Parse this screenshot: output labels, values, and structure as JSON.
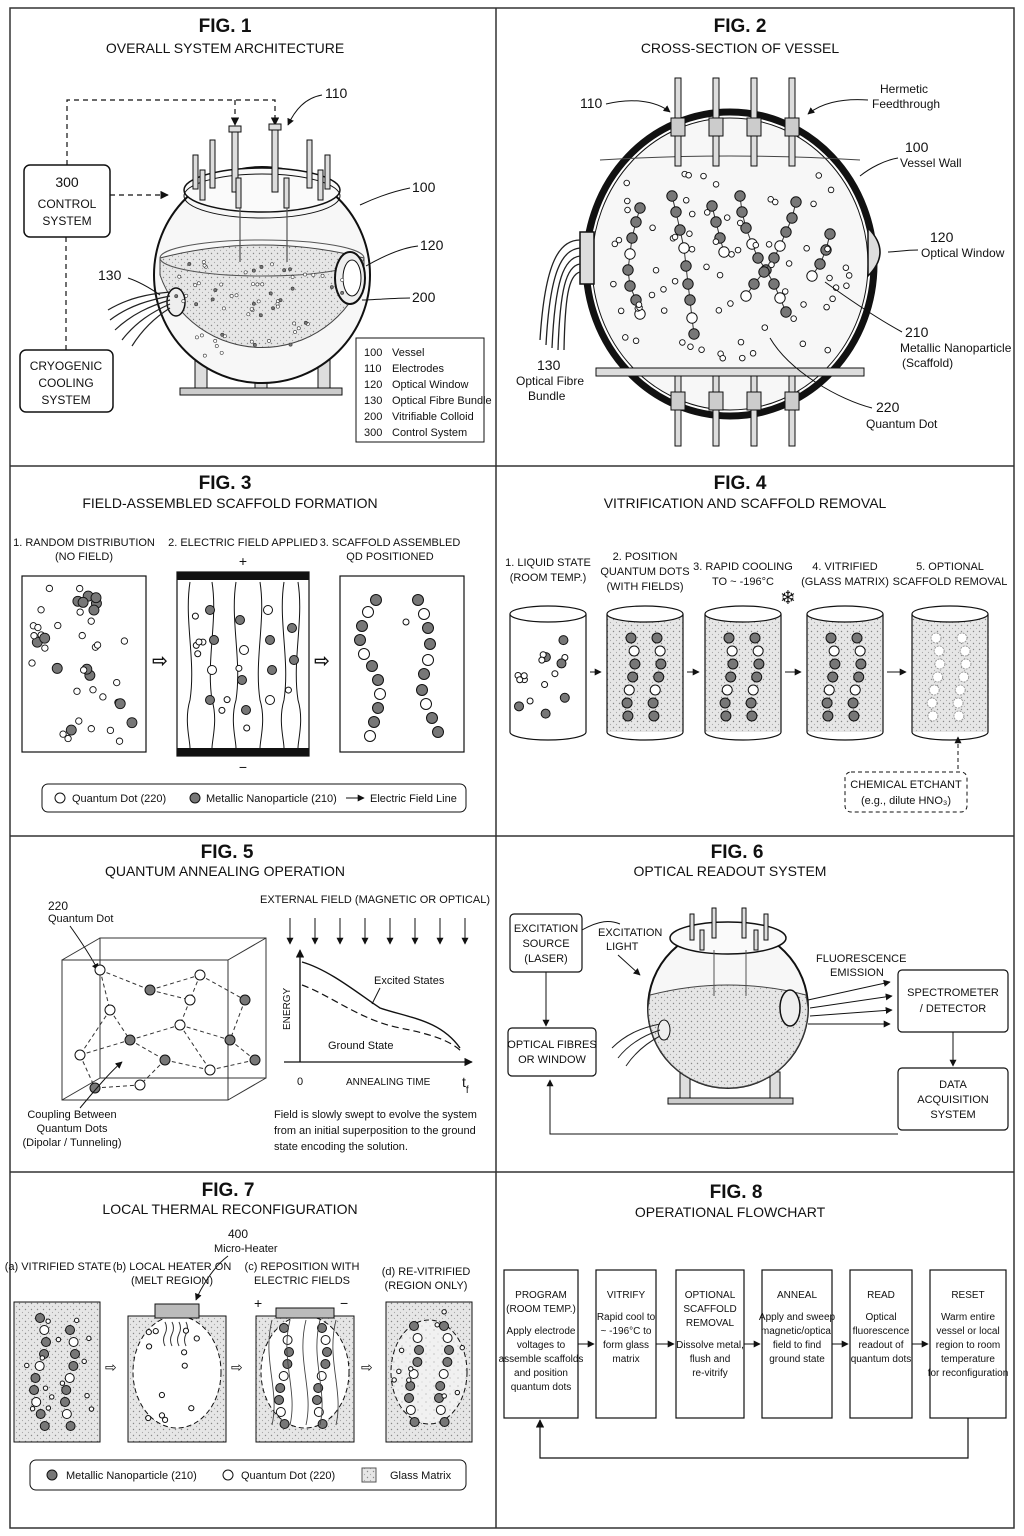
{
  "fig1": {
    "title": "FIG. 1",
    "subtitle": "OVERALL SYSTEM ARCHITECTURE",
    "ref110": "110",
    "ref100": "100",
    "ref120": "120",
    "ref130": "130",
    "ref200": "200",
    "control_box": [
      "300",
      "CONTROL",
      "SYSTEM"
    ],
    "cooling_box": [
      "CRYOGENIC",
      "COOLING",
      "SYSTEM"
    ],
    "legend": [
      {
        "num": "100",
        "text": "Vessel"
      },
      {
        "num": "110",
        "text": "Electrodes"
      },
      {
        "num": "120",
        "text": "Optical Window"
      },
      {
        "num": "130",
        "text": "Optical Fibre Bundle"
      },
      {
        "num": "200",
        "text": "Vitrifiable Colloid"
      },
      {
        "num": "300",
        "text": "Control System"
      }
    ]
  },
  "fig2": {
    "title": "FIG. 2",
    "subtitle": "CROSS-SECTION OF VESSEL",
    "ref110": "110",
    "feedthrough": [
      "Hermetic",
      "Feedthrough"
    ],
    "vessel": [
      "100",
      "Vessel Wall"
    ],
    "window": [
      "120",
      "Optical Window"
    ],
    "nano": [
      "210",
      "Metallic Nanoparticle",
      "(Scaffold)"
    ],
    "qd": [
      "220",
      "Quantum Dot"
    ],
    "fibre": [
      "130",
      "Optical Fibre",
      "Bundle"
    ]
  },
  "fig3": {
    "title": "FIG. 3",
    "subtitle": "FIELD-ASSEMBLED SCAFFOLD FORMATION",
    "step1": [
      "1. RANDOM DISTRIBUTION",
      "(NO FIELD)"
    ],
    "step2": [
      "2. ELECTRIC FIELD APPLIED"
    ],
    "step3": [
      "3. SCAFFOLD ASSEMBLED",
      "QD POSITIONED"
    ],
    "plus": "+",
    "minus": "−",
    "legend_qd": "Quantum Dot (220)",
    "legend_nano": "Metallic Nanoparticle (210)",
    "legend_field": "Electric Field Line"
  },
  "fig4": {
    "title": "FIG. 4",
    "subtitle": "VITRIFICATION AND SCAFFOLD REMOVAL",
    "steps": [
      [
        "1. LIQUID STATE",
        "(ROOM TEMP.)"
      ],
      [
        "2. POSITION",
        "QUANTUM DOTS",
        "(WITH FIELDS)"
      ],
      [
        "3. RAPID COOLING",
        "TO ~ -196°C"
      ],
      [
        "4. VITRIFIED",
        "(GLASS MATRIX)"
      ],
      [
        "5. OPTIONAL",
        "SCAFFOLD REMOVAL"
      ]
    ],
    "etchant": "CHEMICAL ETCHANT",
    "etchant_detail": "(e.g., dilute HNO₃)"
  },
  "fig5": {
    "title": "FIG. 5",
    "subtitle": "QUANTUM ANNEALING OPERATION",
    "qd_label": [
      "220",
      "Quantum Dot"
    ],
    "coupling": [
      "Coupling Between",
      "Quantum Dots",
      "(Dipolar / Tunneling)"
    ],
    "external_field": "EXTERNAL FIELD (MAGNETIC OR OPTICAL)",
    "excited": "Excited States",
    "ground": "Ground State",
    "energy": "ENERGY",
    "x0": "0",
    "xlabel": "ANNEALING TIME",
    "tf": "t",
    "tf_sub": "f",
    "caption": [
      "Field is slowly swept to evolve the system",
      "from an initial superposition to the ground",
      "state encoding the solution."
    ]
  },
  "fig6": {
    "title": "FIG. 6",
    "subtitle": "OPTICAL READOUT SYSTEM",
    "source": [
      "EXCITATION",
      "SOURCE",
      "(LASER)"
    ],
    "light": [
      "EXCITATION",
      "LIGHT"
    ],
    "fibres": [
      "OPTICAL FIBRES",
      "OR WINDOW"
    ],
    "emission": [
      "FLUORESCENCE",
      "EMISSION"
    ],
    "spectro": [
      "SPECTROMETER",
      "/ DETECTOR"
    ],
    "daq": [
      "DATA",
      "ACQUISITION",
      "SYSTEM"
    ]
  },
  "fig7": {
    "title": "FIG. 7",
    "subtitle": "LOCAL THERMAL RECONFIGURATION",
    "heater_ref": "400",
    "heater": "Micro-Heater",
    "a": [
      "(a) VITRIFIED STATE"
    ],
    "b": [
      "(b) LOCAL HEATER ON",
      "(MELT REGION)"
    ],
    "c": [
      "(c) REPOSITION WITH",
      "ELECTRIC FIELDS"
    ],
    "d": [
      "(d) RE-VITRIFIED",
      "(REGION ONLY)"
    ],
    "plus": "+",
    "minus": "−",
    "legend_nano": "Metallic Nanoparticle (210)",
    "legend_qd": "Quantum Dot (220)",
    "legend_glass": "Glass Matrix"
  },
  "fig8": {
    "title": "FIG. 8",
    "subtitle": "OPERATIONAL FLOWCHART",
    "steps": [
      {
        "head": [
          "PROGRAM",
          "(ROOM TEMP.)"
        ],
        "body": [
          "Apply electrode",
          "voltages to",
          "assemble scaffolds",
          "and position",
          "quantum dots"
        ]
      },
      {
        "head": [
          "VITRIFY"
        ],
        "body": [
          "Rapid cool to",
          "~ -196°C to",
          "form glass",
          "matrix"
        ]
      },
      {
        "head": [
          "OPTIONAL",
          "SCAFFOLD",
          "REMOVAL"
        ],
        "body": [
          "Dissolve metal,",
          "flush and",
          "re-vitrify"
        ]
      },
      {
        "head": [
          "ANNEAL"
        ],
        "body": [
          "Apply and sweep",
          "magnetic/optical",
          "field to find",
          "ground state"
        ]
      },
      {
        "head": [
          "READ"
        ],
        "body": [
          "Optical",
          "fluorescence",
          "readout of",
          "quantum dots"
        ]
      },
      {
        "head": [
          "RESET"
        ],
        "body": [
          "Warm entire",
          "vessel or local",
          "region to room",
          "temperature",
          "for reconfiguration"
        ]
      }
    ]
  }
}
